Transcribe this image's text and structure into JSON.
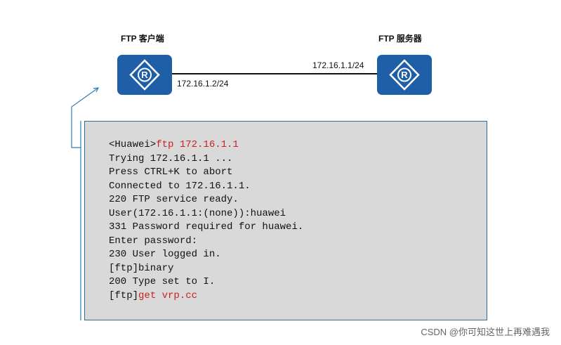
{
  "client": {
    "label": "FTP 客户端",
    "ip": "172.16.1.2/24",
    "icon": "router-icon"
  },
  "server": {
    "label": "FTP 服务器",
    "ip": "172.16.1.1/24",
    "icon": "router-icon"
  },
  "colors": {
    "router": "#1f5fa8",
    "terminal_bg": "#d9d9d9",
    "terminal_border": "#2e6f97",
    "command": "#cc1f1f"
  },
  "terminal": {
    "lines": [
      {
        "prefix": "<Huawei>",
        "command": "ftp 172.16.1.1"
      },
      {
        "text": "Trying 172.16.1.1 ..."
      },
      {
        "text": "Press CTRL+K to abort"
      },
      {
        "text": "Connected to 172.16.1.1."
      },
      {
        "text": "220 FTP service ready."
      },
      {
        "text": "User(172.16.1.1:(none)):huawei"
      },
      {
        "text": "331 Password required for huawei."
      },
      {
        "text": "Enter password:"
      },
      {
        "text": "230 User logged in."
      },
      {
        "text": "[ftp]binary"
      },
      {
        "text": "200 Type set to I."
      },
      {
        "prefix": "[ftp]",
        "command": "get vrp.cc"
      }
    ]
  },
  "watermark": "CSDN @你可知这世上再难遇我"
}
